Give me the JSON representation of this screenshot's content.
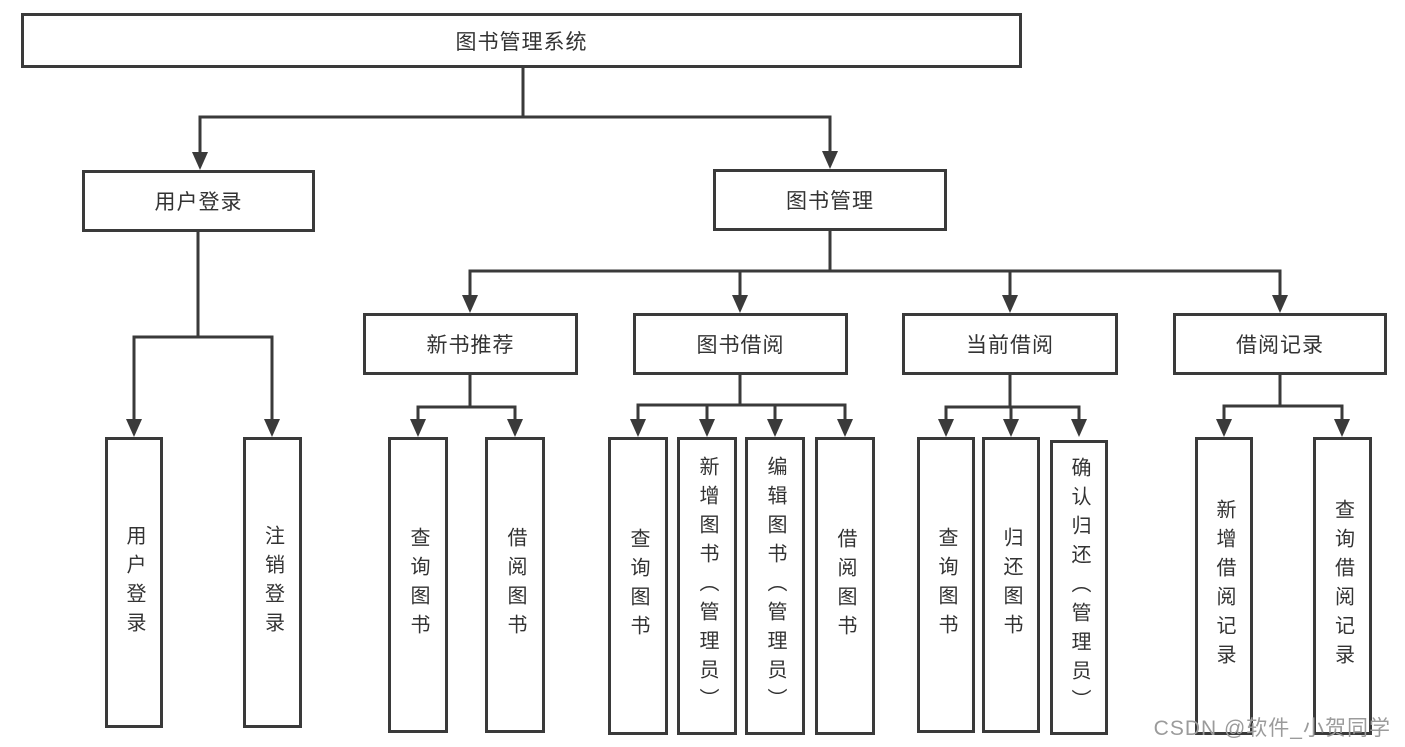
{
  "diagram_title": "图书管理系统",
  "tree": {
    "root": {
      "label": "图书管理系统"
    },
    "branches": [
      {
        "label": "用户登录",
        "children": [
          {
            "label": "用户登录"
          },
          {
            "label": "注销登录"
          }
        ]
      },
      {
        "label": "图书管理",
        "children": [
          {
            "label": "新书推荐",
            "children": [
              {
                "label": "查询图书"
              },
              {
                "label": "借阅图书"
              }
            ]
          },
          {
            "label": "图书借阅",
            "children": [
              {
                "label": "查询图书"
              },
              {
                "label": "新增图书（管理员）"
              },
              {
                "label": "编辑图书（管理员）"
              },
              {
                "label": "借阅图书"
              }
            ]
          },
          {
            "label": "当前借阅",
            "children": [
              {
                "label": "查询图书"
              },
              {
                "label": "归还图书"
              },
              {
                "label": "确认归还（管理员）"
              }
            ]
          },
          {
            "label": "借阅记录",
            "children": [
              {
                "label": "新增借阅记录"
              },
              {
                "label": "查询借阅记录"
              }
            ]
          }
        ]
      }
    ]
  },
  "watermark": {
    "text": "CSDN @软件_小贺同学"
  },
  "colors": {
    "line": "#3a3a3a",
    "box_border": "#3a3a3a",
    "box_fill": "#ffffff",
    "text": "#333333",
    "background": "#ffffff",
    "watermark_color": "#9b9b9b"
  }
}
